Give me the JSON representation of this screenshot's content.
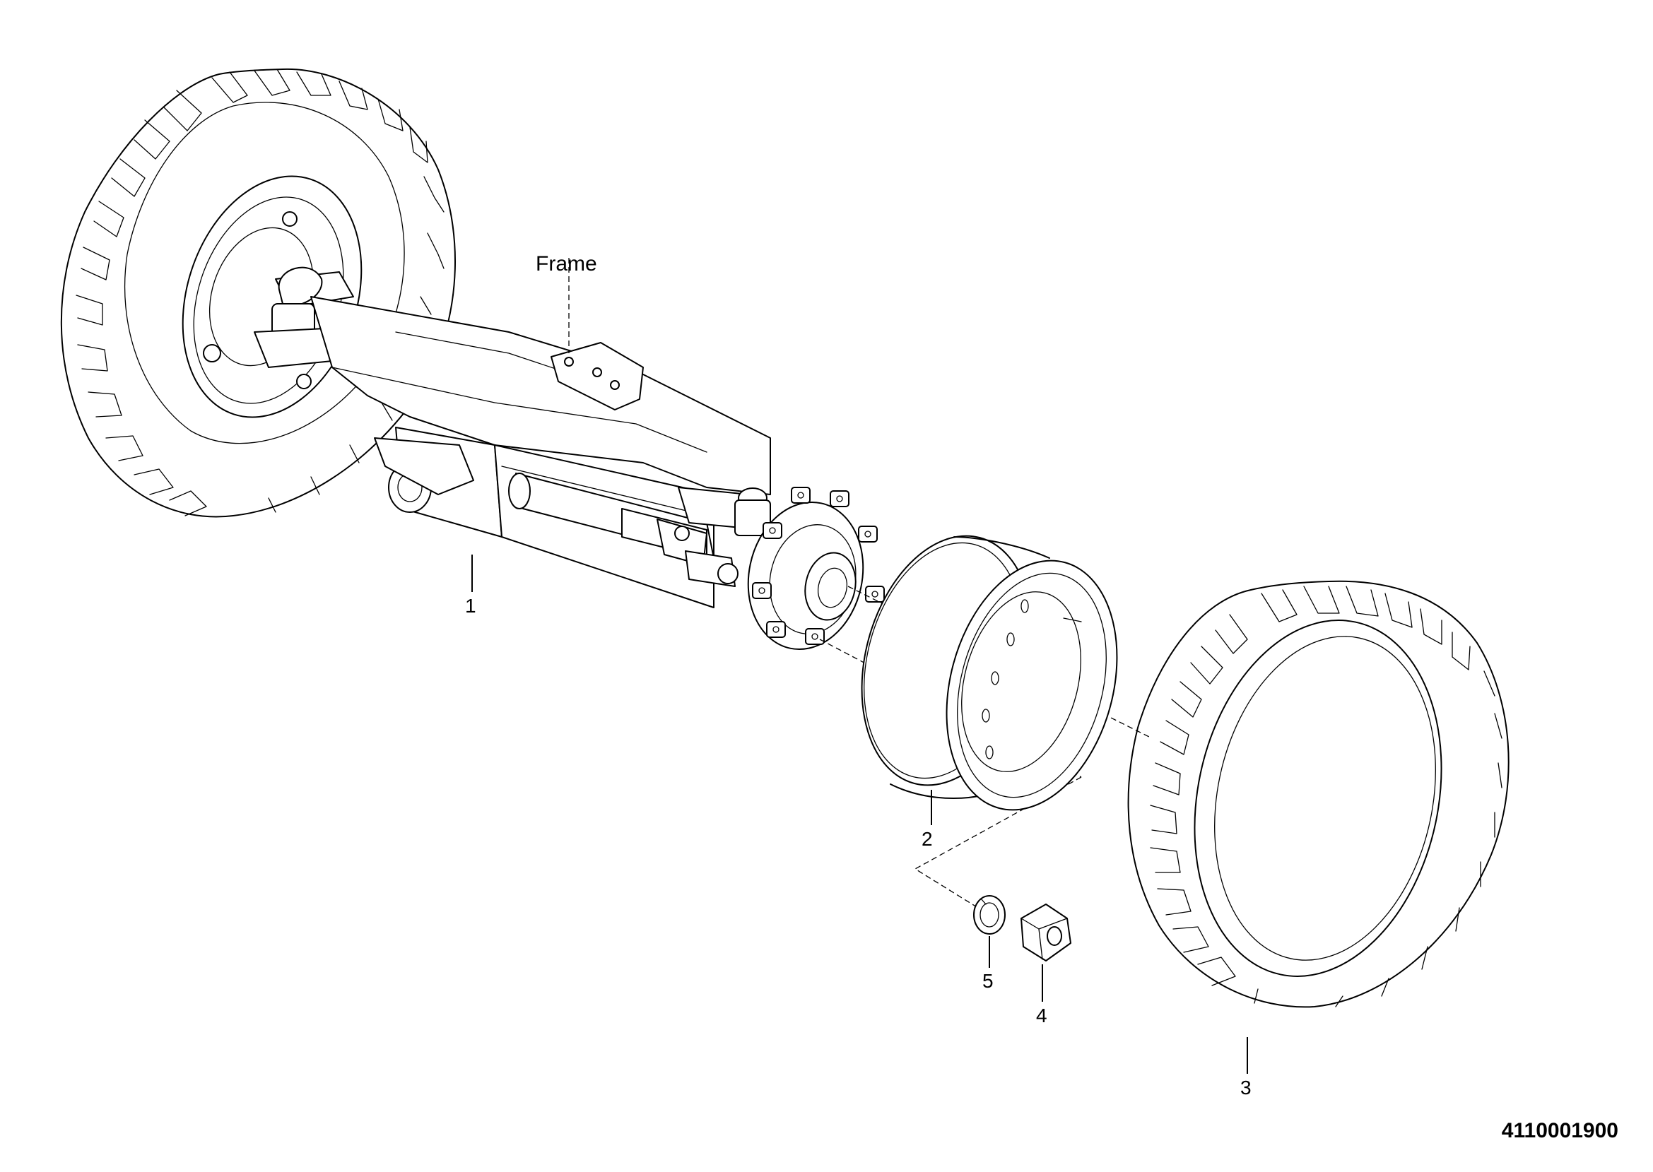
{
  "frame_label": "Frame",
  "callouts": {
    "axle": "1",
    "rim": "2",
    "tyre": "3",
    "nut": "4",
    "washer": "5"
  },
  "drawing_number": "4110001900"
}
